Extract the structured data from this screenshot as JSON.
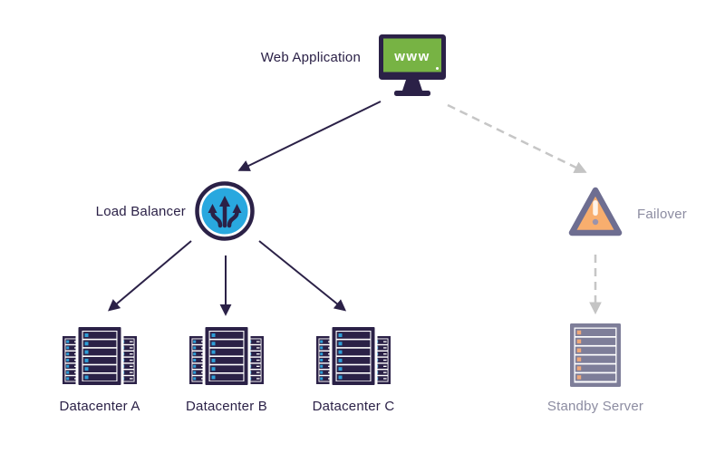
{
  "diagram": {
    "nodes": {
      "web_application": {
        "label": "Web Application",
        "icon": "monitor-www-icon",
        "screen_text": "www"
      },
      "load_balancer": {
        "label": "Load Balancer",
        "icon": "load-balancer-icon"
      },
      "failover": {
        "label": "Failover",
        "icon": "warning-triangle-icon"
      },
      "datacenter_a": {
        "label": "Datacenter A",
        "icon": "server-rack-icon"
      },
      "datacenter_b": {
        "label": "Datacenter B",
        "icon": "server-rack-icon"
      },
      "datacenter_c": {
        "label": "Datacenter C",
        "icon": "server-rack-icon"
      },
      "standby_server": {
        "label": "Standby Server",
        "icon": "standby-rack-icon"
      }
    },
    "edges": [
      {
        "from": "Web Application",
        "to": "Load Balancer",
        "style": "solid"
      },
      {
        "from": "Load Balancer",
        "to": "Datacenter A",
        "style": "solid"
      },
      {
        "from": "Load Balancer",
        "to": "Datacenter B",
        "style": "solid"
      },
      {
        "from": "Load Balancer",
        "to": "Datacenter C",
        "style": "solid"
      },
      {
        "from": "Web Application",
        "to": "Failover",
        "style": "dashed"
      },
      {
        "from": "Failover",
        "to": "Standby Server",
        "style": "dashed"
      }
    ],
    "colors": {
      "primary_navy": "#2B2147",
      "accent_blue": "#29A8DF",
      "screen_green": "#77B344",
      "warning_orange": "#F8AE6E",
      "warning_border": "#6E6E91",
      "inactive_text_gray": "#8C8CA1",
      "dashed_line_gray": "#C6C6C6",
      "standby_rack_gray": "#7E7E99",
      "led_orange": "#EDA87B",
      "led_blue": "#2D9FD8"
    }
  }
}
